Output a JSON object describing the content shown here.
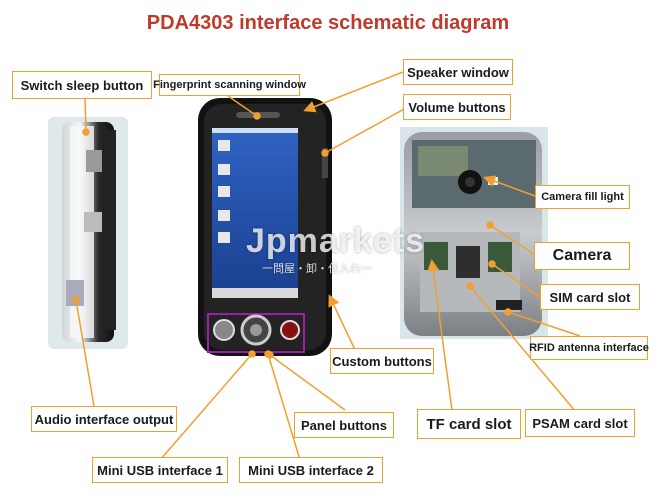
{
  "title": "PDA4303 interface schematic diagram",
  "labels": {
    "switch_sleep": "Switch sleep button",
    "fingerprint": "Fingerprint scanning window",
    "speaker": "Speaker window",
    "volume": "Volume buttons",
    "camera_fill": "Camera fill light",
    "camera": "Camera",
    "sim": "SIM card slot",
    "rfid": "RFID antenna interface",
    "custom": "Custom buttons",
    "audio": "Audio interface output",
    "panel": "Panel buttons",
    "tf": "TF card slot",
    "psam": "PSAM card slot",
    "usb1": "Mini USB interface 1",
    "usb2": "Mini USB interface 2"
  },
  "watermark": {
    "brand": "Jpmarkets",
    "sub": "一問屋・卸・仕入れ一"
  },
  "colors": {
    "title": "#c0392b",
    "leader": "#f0a030",
    "box_border": "#f0a030",
    "screen": "#1e4fa8",
    "device_body": "#1c1c1c"
  }
}
